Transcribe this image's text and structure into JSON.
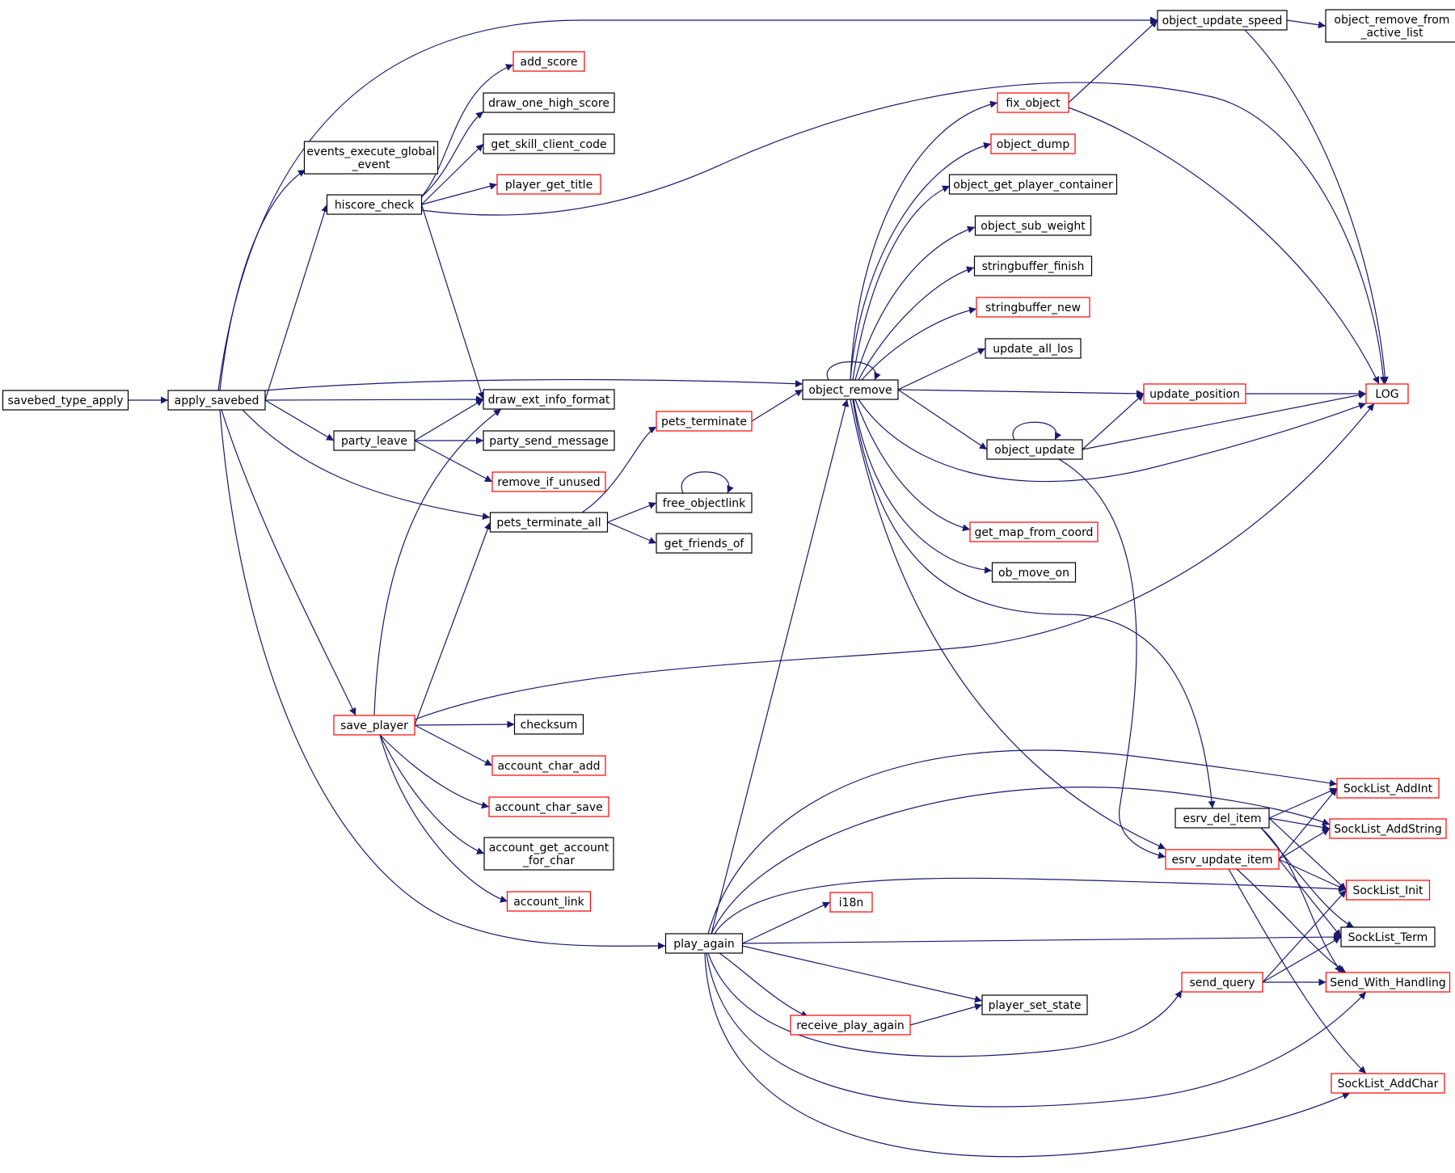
{
  "colors": {
    "edge": "#191970",
    "border_plain": "#000000",
    "border_truncated": "#ff0000",
    "root_fill": "#bfbfbf",
    "fill": "#ffffff"
  },
  "nodes": [
    {
      "id": "savebed_type_apply",
      "lines": [
        "savebed_type_apply"
      ],
      "color": "gray"
    },
    {
      "id": "apply_savebed",
      "lines": [
        "apply_savebed"
      ],
      "color": "black"
    },
    {
      "id": "events_execute_global_event",
      "lines": [
        "events_execute_global",
        "_event"
      ],
      "color": "black"
    },
    {
      "id": "hiscore_check",
      "lines": [
        "hiscore_check"
      ],
      "color": "black"
    },
    {
      "id": "add_score",
      "lines": [
        "add_score"
      ],
      "color": "red"
    },
    {
      "id": "draw_one_high_score",
      "lines": [
        "draw_one_high_score"
      ],
      "color": "black"
    },
    {
      "id": "get_skill_client_code",
      "lines": [
        "get_skill_client_code"
      ],
      "color": "black"
    },
    {
      "id": "player_get_title",
      "lines": [
        "player_get_title"
      ],
      "color": "red"
    },
    {
      "id": "draw_ext_info_format",
      "lines": [
        "draw_ext_info_format"
      ],
      "color": "black"
    },
    {
      "id": "party_leave",
      "lines": [
        "party_leave"
      ],
      "color": "black"
    },
    {
      "id": "party_send_message",
      "lines": [
        "party_send_message"
      ],
      "color": "black"
    },
    {
      "id": "remove_if_unused",
      "lines": [
        "remove_if_unused"
      ],
      "color": "red"
    },
    {
      "id": "pets_terminate_all",
      "lines": [
        "pets_terminate_all"
      ],
      "color": "black"
    },
    {
      "id": "pets_terminate",
      "lines": [
        "pets_terminate"
      ],
      "color": "red"
    },
    {
      "id": "free_objectlink",
      "lines": [
        "free_objectlink"
      ],
      "color": "black"
    },
    {
      "id": "get_friends_of",
      "lines": [
        "get_friends_of"
      ],
      "color": "black"
    },
    {
      "id": "save_player",
      "lines": [
        "save_player"
      ],
      "color": "red"
    },
    {
      "id": "checksum",
      "lines": [
        "checksum"
      ],
      "color": "black"
    },
    {
      "id": "account_char_add",
      "lines": [
        "account_char_add"
      ],
      "color": "red"
    },
    {
      "id": "account_char_save",
      "lines": [
        "account_char_save"
      ],
      "color": "red"
    },
    {
      "id": "account_get_account_for_char",
      "lines": [
        "account_get_account",
        "_for_char"
      ],
      "color": "black"
    },
    {
      "id": "account_link",
      "lines": [
        "account_link"
      ],
      "color": "red"
    },
    {
      "id": "play_again",
      "lines": [
        "play_again"
      ],
      "color": "black"
    },
    {
      "id": "object_remove",
      "lines": [
        "object_remove"
      ],
      "color": "black"
    },
    {
      "id": "i18n",
      "lines": [
        "i18n"
      ],
      "color": "red"
    },
    {
      "id": "receive_play_again",
      "lines": [
        "receive_play_again"
      ],
      "color": "red"
    },
    {
      "id": "player_set_state",
      "lines": [
        "player_set_state"
      ],
      "color": "black"
    },
    {
      "id": "object_update_speed",
      "lines": [
        "object_update_speed"
      ],
      "color": "black"
    },
    {
      "id": "object_remove_from_active_list",
      "lines": [
        "object_remove_from",
        "_active_list"
      ],
      "color": "black"
    },
    {
      "id": "fix_object",
      "lines": [
        "fix_object"
      ],
      "color": "red"
    },
    {
      "id": "object_dump",
      "lines": [
        "object_dump"
      ],
      "color": "red"
    },
    {
      "id": "object_get_player_container",
      "lines": [
        "object_get_player_container"
      ],
      "color": "black"
    },
    {
      "id": "object_sub_weight",
      "lines": [
        "object_sub_weight"
      ],
      "color": "black"
    },
    {
      "id": "stringbuffer_finish",
      "lines": [
        "stringbuffer_finish"
      ],
      "color": "black"
    },
    {
      "id": "stringbuffer_new",
      "lines": [
        "stringbuffer_new"
      ],
      "color": "red"
    },
    {
      "id": "update_all_los",
      "lines": [
        "update_all_los"
      ],
      "color": "black"
    },
    {
      "id": "update_position",
      "lines": [
        "update_position"
      ],
      "color": "red"
    },
    {
      "id": "LOG",
      "lines": [
        "LOG"
      ],
      "color": "red"
    },
    {
      "id": "object_update",
      "lines": [
        "object_update"
      ],
      "color": "black"
    },
    {
      "id": "get_map_from_coord",
      "lines": [
        "get_map_from_coord"
      ],
      "color": "red"
    },
    {
      "id": "ob_move_on",
      "lines": [
        "ob_move_on"
      ],
      "color": "black"
    },
    {
      "id": "esrv_del_item",
      "lines": [
        "esrv_del_item"
      ],
      "color": "black"
    },
    {
      "id": "esrv_update_item",
      "lines": [
        "esrv_update_item"
      ],
      "color": "red"
    },
    {
      "id": "send_query",
      "lines": [
        "send_query"
      ],
      "color": "red"
    },
    {
      "id": "SockList_AddInt",
      "lines": [
        "SockList_AddInt"
      ],
      "color": "red"
    },
    {
      "id": "SockList_AddString",
      "lines": [
        "SockList_AddString"
      ],
      "color": "red"
    },
    {
      "id": "SockList_Init",
      "lines": [
        "SockList_Init"
      ],
      "color": "red"
    },
    {
      "id": "SockList_Term",
      "lines": [
        "SockList_Term"
      ],
      "color": "black"
    },
    {
      "id": "Send_With_Handling",
      "lines": [
        "Send_With_Handling"
      ],
      "color": "red"
    },
    {
      "id": "SockList_AddChar",
      "lines": [
        "SockList_AddChar"
      ],
      "color": "red"
    }
  ],
  "edges": [
    [
      "savebed_type_apply",
      "apply_savebed"
    ],
    [
      "apply_savebed",
      "object_update_speed"
    ],
    [
      "apply_savebed",
      "events_execute_global_event"
    ],
    [
      "apply_savebed",
      "hiscore_check"
    ],
    [
      "apply_savebed",
      "object_remove"
    ],
    [
      "apply_savebed",
      "draw_ext_info_format"
    ],
    [
      "apply_savebed",
      "party_leave"
    ],
    [
      "apply_savebed",
      "pets_terminate_all"
    ],
    [
      "apply_savebed",
      "save_player"
    ],
    [
      "apply_savebed",
      "play_again"
    ],
    [
      "hiscore_check",
      "add_score"
    ],
    [
      "hiscore_check",
      "draw_one_high_score"
    ],
    [
      "hiscore_check",
      "get_skill_client_code"
    ],
    [
      "hiscore_check",
      "player_get_title"
    ],
    [
      "hiscore_check",
      "LOG"
    ],
    [
      "hiscore_check",
      "draw_ext_info_format"
    ],
    [
      "party_leave",
      "draw_ext_info_format"
    ],
    [
      "party_leave",
      "party_send_message"
    ],
    [
      "party_leave",
      "remove_if_unused"
    ],
    [
      "pets_terminate_all",
      "pets_terminate"
    ],
    [
      "pets_terminate_all",
      "free_objectlink"
    ],
    [
      "pets_terminate_all",
      "get_friends_of"
    ],
    [
      "pets_terminate",
      "object_remove"
    ],
    [
      "free_objectlink",
      "free_objectlink"
    ],
    [
      "save_player",
      "draw_ext_info_format"
    ],
    [
      "save_player",
      "pets_terminate_all"
    ],
    [
      "save_player",
      "LOG"
    ],
    [
      "save_player",
      "checksum"
    ],
    [
      "save_player",
      "account_char_add"
    ],
    [
      "save_player",
      "account_char_save"
    ],
    [
      "save_player",
      "account_get_account_for_char"
    ],
    [
      "save_player",
      "account_link"
    ],
    [
      "play_again",
      "object_remove"
    ],
    [
      "play_again",
      "SockList_AddInt"
    ],
    [
      "play_again",
      "SockList_AddString"
    ],
    [
      "play_again",
      "SockList_Init"
    ],
    [
      "play_again",
      "i18n"
    ],
    [
      "play_again",
      "SockList_Term"
    ],
    [
      "play_again",
      "player_set_state"
    ],
    [
      "play_again",
      "receive_play_again"
    ],
    [
      "play_again",
      "send_query"
    ],
    [
      "play_again",
      "Send_With_Handling"
    ],
    [
      "play_again",
      "SockList_AddChar"
    ],
    [
      "receive_play_again",
      "player_set_state"
    ],
    [
      "object_remove",
      "object_remove"
    ],
    [
      "object_remove",
      "fix_object"
    ],
    [
      "object_remove",
      "object_dump"
    ],
    [
      "object_remove",
      "object_get_player_container"
    ],
    [
      "object_remove",
      "object_sub_weight"
    ],
    [
      "object_remove",
      "stringbuffer_finish"
    ],
    [
      "object_remove",
      "stringbuffer_new"
    ],
    [
      "object_remove",
      "update_all_los"
    ],
    [
      "object_remove",
      "update_position"
    ],
    [
      "object_remove",
      "object_update"
    ],
    [
      "object_remove",
      "LOG"
    ],
    [
      "object_remove",
      "get_map_from_coord"
    ],
    [
      "object_remove",
      "ob_move_on"
    ],
    [
      "object_remove",
      "esrv_del_item"
    ],
    [
      "object_remove",
      "esrv_update_item"
    ],
    [
      "object_update_speed",
      "object_remove_from_active_list"
    ],
    [
      "object_update_speed",
      "LOG"
    ],
    [
      "fix_object",
      "object_update_speed"
    ],
    [
      "fix_object",
      "LOG"
    ],
    [
      "update_position",
      "LOG"
    ],
    [
      "object_update",
      "object_update"
    ],
    [
      "object_update",
      "update_position"
    ],
    [
      "object_update",
      "LOG"
    ],
    [
      "object_update",
      "esrv_update_item"
    ],
    [
      "esrv_del_item",
      "SockList_AddInt"
    ],
    [
      "esrv_del_item",
      "SockList_AddString"
    ],
    [
      "esrv_del_item",
      "SockList_Init"
    ],
    [
      "esrv_del_item",
      "SockList_Term"
    ],
    [
      "esrv_del_item",
      "Send_With_Handling"
    ],
    [
      "esrv_update_item",
      "SockList_AddInt"
    ],
    [
      "esrv_update_item",
      "SockList_AddString"
    ],
    [
      "esrv_update_item",
      "SockList_Init"
    ],
    [
      "esrv_update_item",
      "SockList_Term"
    ],
    [
      "esrv_update_item",
      "Send_With_Handling"
    ],
    [
      "esrv_update_item",
      "SockList_AddChar"
    ],
    [
      "send_query",
      "SockList_Init"
    ],
    [
      "send_query",
      "SockList_Term"
    ],
    [
      "send_query",
      "Send_With_Handling"
    ]
  ]
}
